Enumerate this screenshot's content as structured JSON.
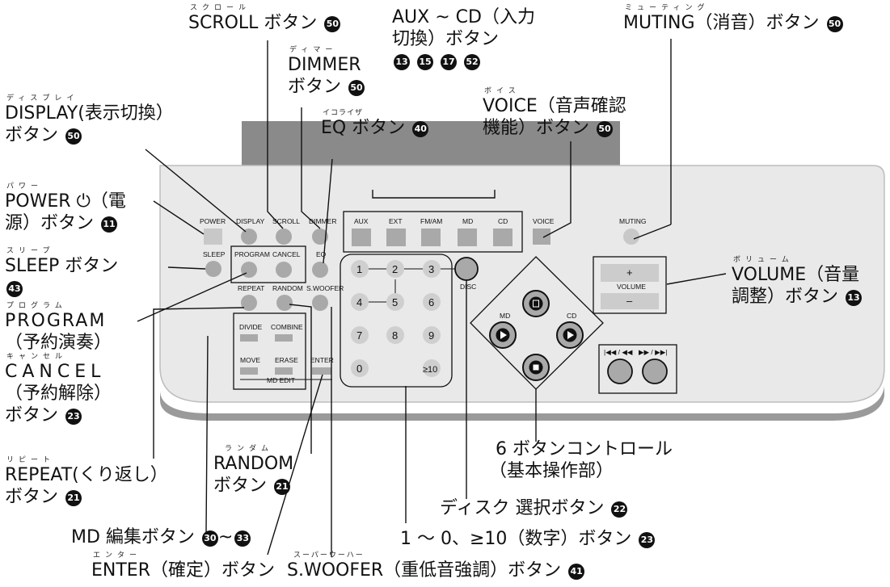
{
  "panel": {
    "button_labels": {
      "power": "POWER",
      "display": "DISPLAY",
      "scroll": "SCROLL",
      "dimmer": "DIMMER",
      "aux": "AUX",
      "ext": "EXT",
      "fmam": "FM/AM",
      "md": "MD",
      "cd": "CD",
      "voice": "VOICE",
      "muting": "MUTING",
      "sleep": "SLEEP",
      "program": "PROGRAM",
      "cancel": "CANCEL",
      "eq": "EQ",
      "repeat": "REPEAT",
      "random": "RANDOM",
      "swoofer": "S.WOOFER",
      "divide": "DIVIDE",
      "combine": "COMBINE",
      "move": "MOVE",
      "erase": "ERASE",
      "enter": "ENTER",
      "md_edit": "MD EDIT",
      "disc": "DISC",
      "volume": "VOLUME",
      "vol_plus": "+",
      "vol_minus": "–",
      "md_play": "MD",
      "cd_play": "CD",
      "skip_back": "|◀◀ / ◀◀",
      "skip_fwd": "▶▶ / ▶▶|"
    },
    "keypad": [
      "1",
      "2",
      "3",
      "4",
      "5",
      "6",
      "7",
      "8",
      "9",
      "0",
      "≥10"
    ]
  },
  "callouts": {
    "scroll": {
      "ruby": "スクロール",
      "text": "SCROLL ボタン",
      "num": "50"
    },
    "dimmer": {
      "ruby": "ディマー",
      "line1": "DIMMER",
      "line2": "ボタン",
      "num": "50"
    },
    "aux_cd": {
      "line1": "AUX ~ CD（入力",
      "line2": "切換）ボタン",
      "nums": [
        "13",
        "15",
        "17",
        "52"
      ]
    },
    "muting": {
      "ruby": "ミューティング",
      "text": "MUTING（消音）ボタン",
      "num": "50"
    },
    "display": {
      "ruby": "ディスプレイ",
      "line1": "DISPLAY(表示切換）",
      "line2": "ボタン",
      "num": "50"
    },
    "eq": {
      "ruby": "イコライザ",
      "text": "EQ ボタン",
      "num": "40"
    },
    "voice": {
      "ruby": "ボイス",
      "line1": "VOICE（音声確認",
      "line2": "機能）ボタン",
      "num": "50"
    },
    "power": {
      "ruby": "パワー",
      "line1": "POWER ⏻（電",
      "line2": "源）ボタン",
      "num": "11"
    },
    "sleep": {
      "ruby": "スリープ",
      "text": "SLEEP ボタン",
      "num": "43"
    },
    "volume": {
      "ruby": "ボリューム",
      "line1": "VOLUME（音量",
      "line2": "調整）ボタン",
      "num": "13"
    },
    "program": {
      "ruby": "プログラム",
      "line1": "PROGRAM",
      "line2": "（予約演奏）"
    },
    "cancel": {
      "ruby": "キャンセル",
      "line1": "CANCEL",
      "line2": "（予約解除）",
      "line3": "ボタン",
      "num": "23"
    },
    "repeat": {
      "ruby": "リピート",
      "line1": "REPEAT(くり返し）",
      "line2": "ボタン",
      "num": "21"
    },
    "random": {
      "ruby": "ランダム",
      "line1": "RANDOM",
      "line2": "ボタン",
      "num": "21"
    },
    "six_button": {
      "line1": "6 ボタンコントロール",
      "line2": "（基本操作部）"
    },
    "disc_select": {
      "text": "ディスク 選択ボタン",
      "num": "22"
    },
    "md_edit": {
      "text": "MD 編集ボタン",
      "num_from": "30",
      "sep": "~",
      "num_to": "33"
    },
    "numeric": {
      "text": "1 ～ 0、≥10（数字）ボタン",
      "num": "23"
    },
    "enter": {
      "ruby": "エンター",
      "text": "ENTER（確定）ボタン"
    },
    "swoofer": {
      "ruby": "スーパーウーハー",
      "text": "S.WOOFER（重低音強調）ボタン",
      "num": "41"
    }
  },
  "colors": {
    "panel": "#e9e9e9",
    "display_bar": "#8a8a8a",
    "button": "#a9a9a9",
    "button_light": "#c8c8c8",
    "stripe": "#9a9a9a"
  }
}
